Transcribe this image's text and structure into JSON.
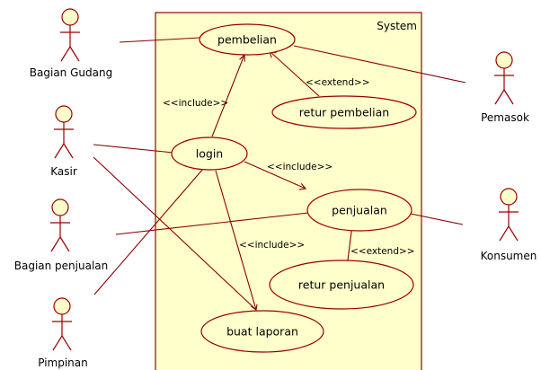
{
  "system": {
    "label": "System"
  },
  "actors": {
    "bagian_gudang": "Bagian Gudang",
    "kasir": "Kasir",
    "bagian_penjualan": "Bagian penjualan",
    "pimpinan": "Pimpinan",
    "pemasok": "Pemasok",
    "konsumen": "Konsumen"
  },
  "use_cases": {
    "pembelian": "pembelian",
    "retur_pembelian": "retur pembelian",
    "login": "login",
    "penjualan": "penjualan",
    "retur_penjualan": "retur penjualan",
    "buat_laporan": "buat laporan"
  },
  "relations": {
    "include_pembelian": "<<include>>",
    "include_penjualan": "<<include>>",
    "include_laporan": "<<include>>",
    "extend_pembelian": "<<extend>>",
    "extend_penjualan": "<<extend>>"
  },
  "colors": {
    "fill": "#ffffcc",
    "stroke": "#990000",
    "line": "#8b0000"
  }
}
